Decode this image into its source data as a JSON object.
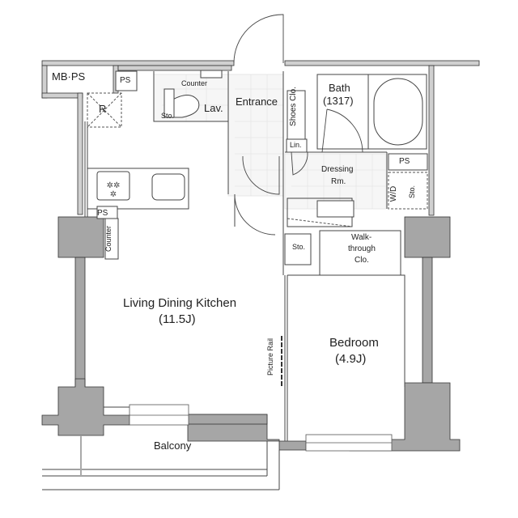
{
  "plan": {
    "colors": {
      "structural_wall": "#a6a6a6",
      "partition_wall": "#d0d0d0",
      "line": "#333333",
      "tile": "#e2e2e2",
      "background": "#ffffff"
    },
    "rooms": {
      "mbps": "MB·PS",
      "ps_top": "PS",
      "counter_top": "Counter",
      "lav": "Lav.",
      "sto_lav": "Sto.",
      "refrigerator": "R",
      "entrance": "Entrance",
      "shoes_clo": "Shoes Clo.",
      "bath": "Bath",
      "bath_size": "(1317)",
      "lin": "Lin.",
      "dressing": "Dressing",
      "dressing_rm": "Rm.",
      "ps_right": "PS",
      "wd": "W/D",
      "sto_right": "Sto.",
      "ps_kitchen": "PS",
      "counter_kitchen": "Counter",
      "sto_hall": "Sto.",
      "walk": "Walk-",
      "through": "through",
      "clo": "Clo.",
      "ldk": "Living Dining Kitchen",
      "ldk_size": "(11.5J)",
      "picture_rail": "Picture Rail",
      "bedroom": "Bedroom",
      "bedroom_size": "(4.9J)",
      "balcony": "Balcony"
    }
  }
}
